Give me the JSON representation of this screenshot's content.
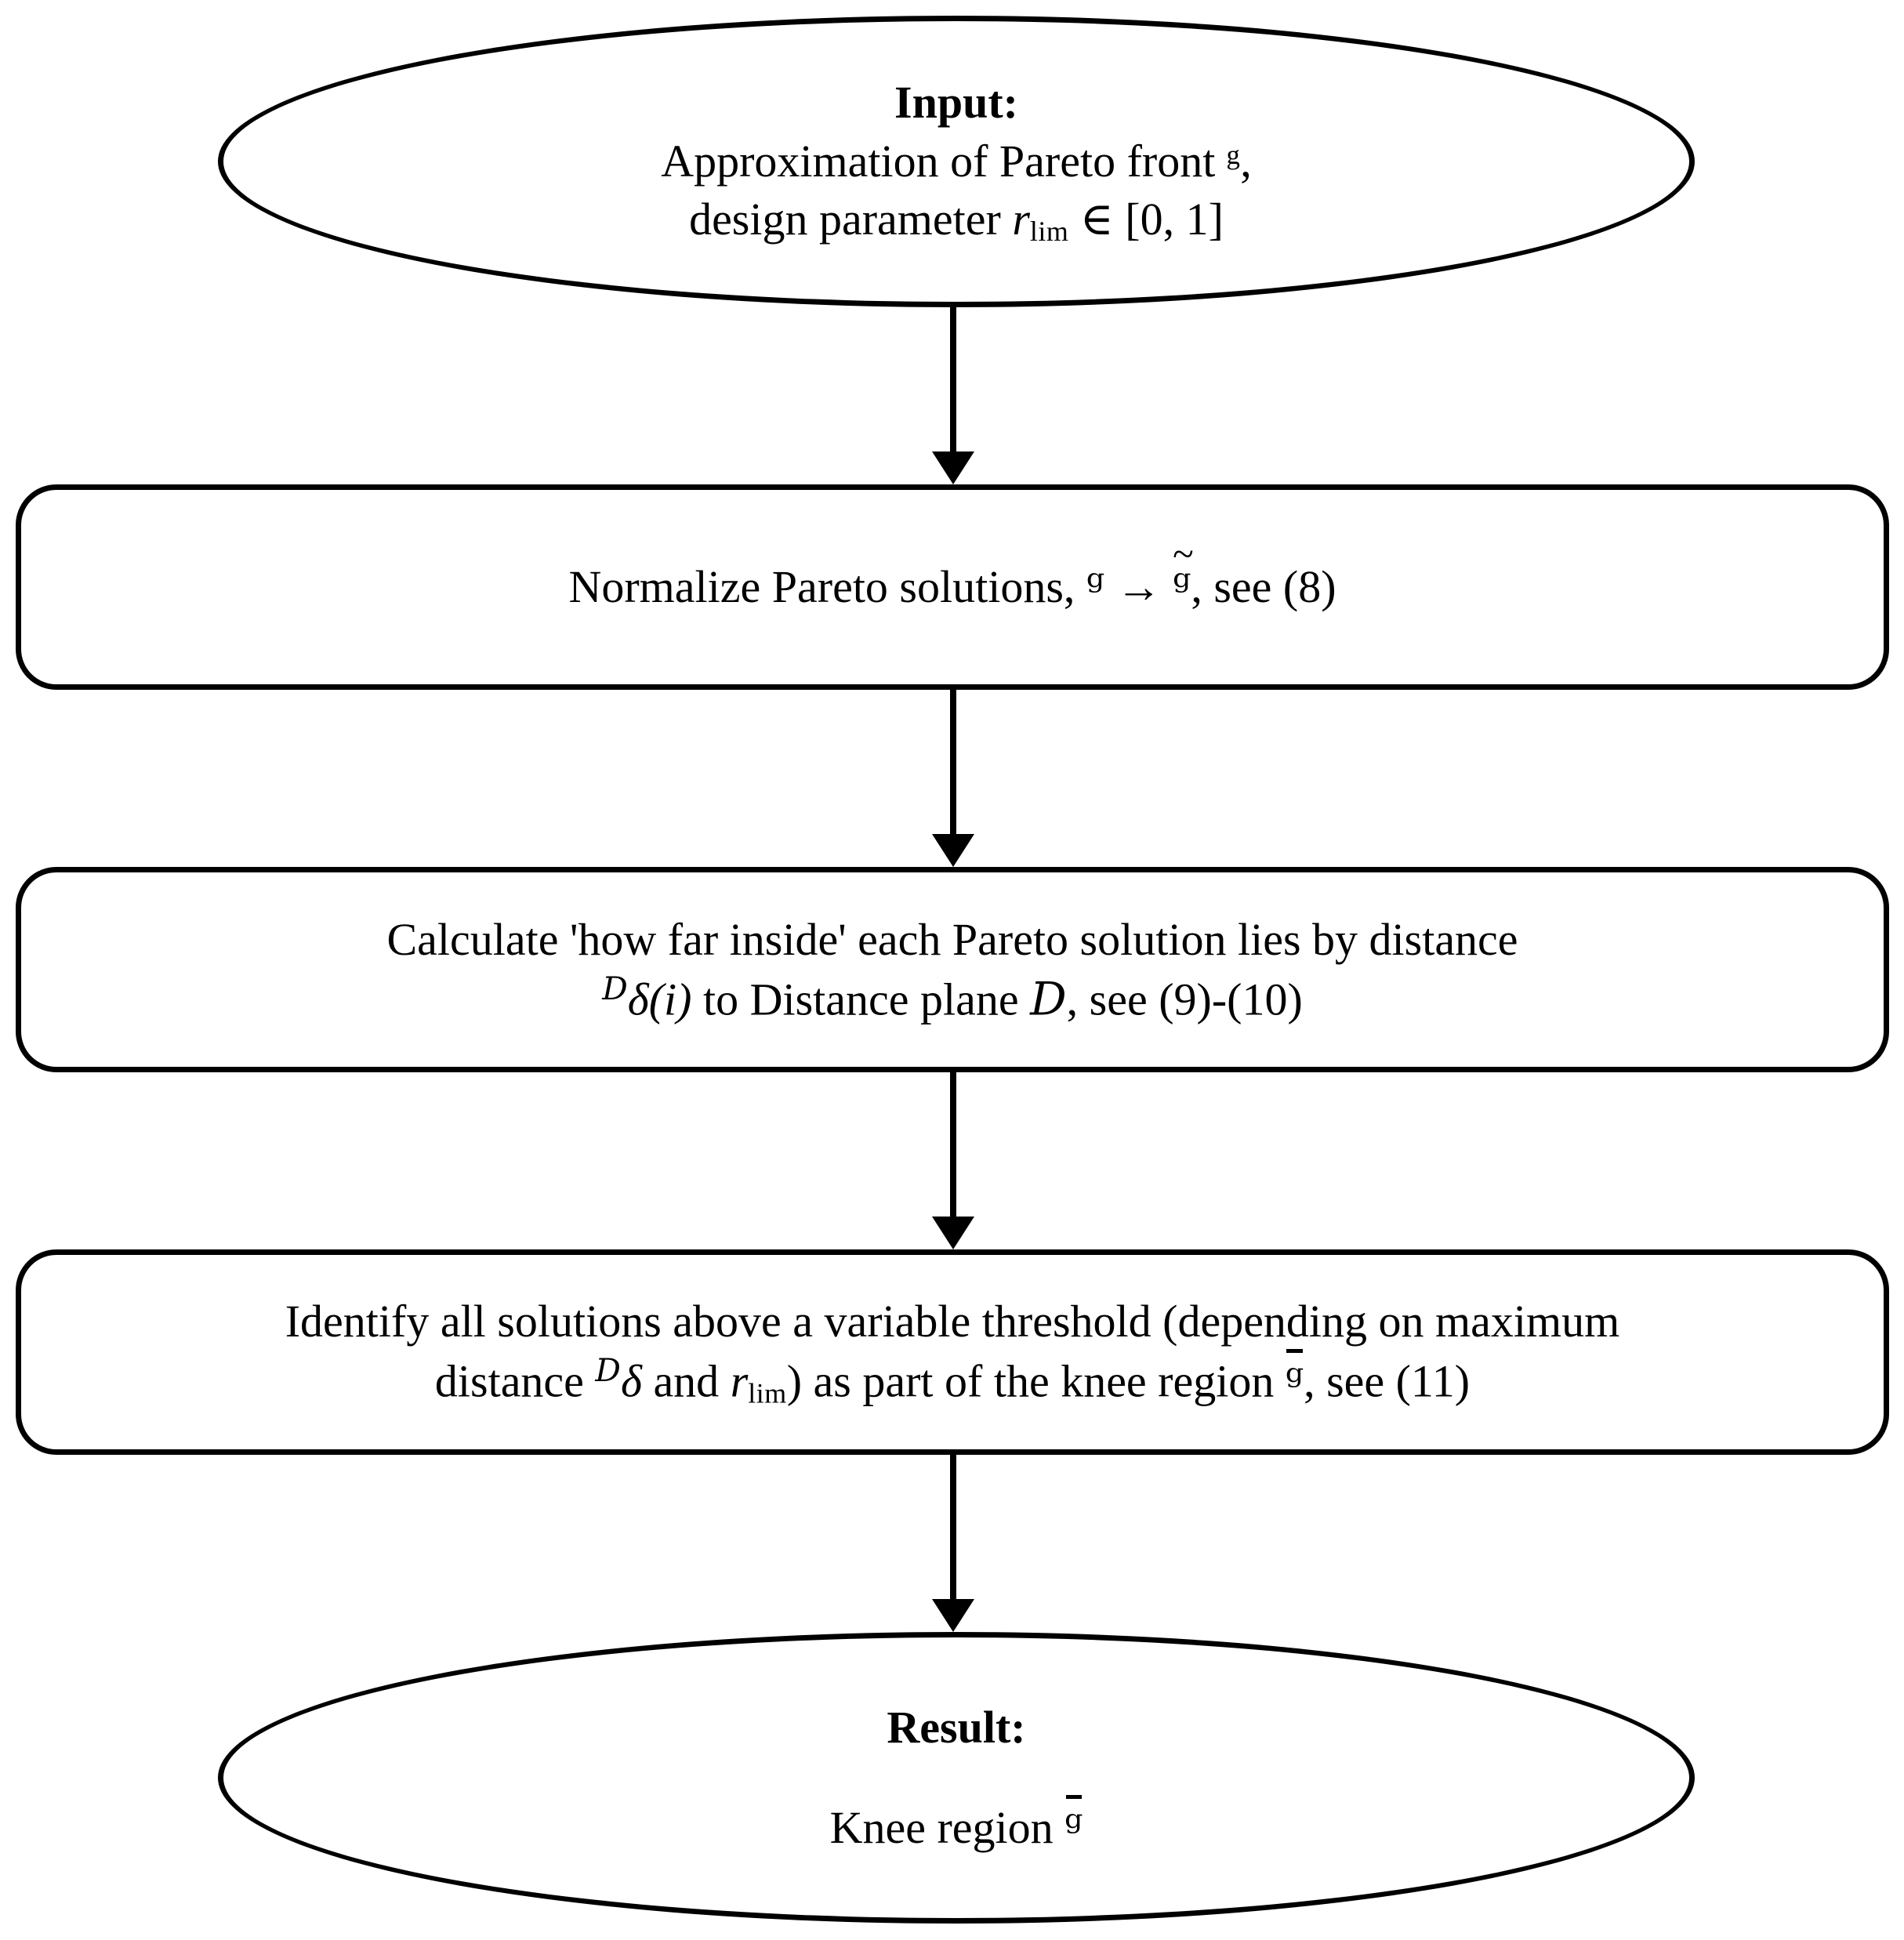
{
  "diagram": {
    "title": "Knee region identification algorithm flowchart",
    "colors": {
      "stroke": "#000000",
      "background": "#ffffff",
      "text": "#000000"
    },
    "nodes": {
      "input": {
        "shape": "ellipse",
        "heading": "Input:",
        "line1": "Approximation of Pareto front ᵍ,",
        "line2_prefix": "design parameter ",
        "line2_symbol": "r",
        "line2_subscript": "lim",
        "line2_suffix": " ∈ [0, 1]",
        "full_text": "Input: Approximation of Pareto front J, design parameter r_lim ∈ [0, 1]"
      },
      "normalize": {
        "shape": "process",
        "prefix": "Normalize Pareto solutions, ",
        "symbol_from": "ᵍ",
        "arrow": " → ",
        "symbol_to": "ᵍ",
        "symbol_to_accent": "tilde",
        "suffix": ", see (8)",
        "full_text": "Normalize Pareto solutions, J → J~, see (8)"
      },
      "calculate": {
        "shape": "process",
        "line1": "Calculate 'how far inside' each Pareto solution lies by distance",
        "line2_presup": "D",
        "line2_symbol": "δ(i)",
        "line2_mid": " to Distance plane ",
        "line2_plane": "D",
        "line2_suffix": ", see (9)-(10)",
        "full_text": "Calculate 'how far inside' each Pareto solution lies by distance Dδ(i) to Distance plane D, see (9)-(10)"
      },
      "identify": {
        "shape": "process",
        "line1": "Identify all solutions above a variable threshold (depending on maximum",
        "line2_a": "distance ",
        "line2_presup": "D",
        "line2_delta": "δ",
        "line2_b": " and ",
        "line2_r": "r",
        "line2_rsub": "lim",
        "line2_c": ") as part of the knee region ",
        "line2_jbar": "ᵍ",
        "line2_d": ", see (11)",
        "full_text": "Identify all solutions above a variable threshold (depending on maximum distance Dδ and r_lim) as part of the knee region J̄, see (11)"
      },
      "result": {
        "shape": "ellipse",
        "heading": "Result:",
        "line1_prefix": "Knee region ",
        "line1_symbol": "ᵍ",
        "line1_accent": "bar",
        "full_text": "Result: Knee region J̄"
      }
    },
    "edges": [
      {
        "from": "input",
        "to": "normalize",
        "label": ""
      },
      {
        "from": "normalize",
        "to": "calculate",
        "label": ""
      },
      {
        "from": "calculate",
        "to": "identify",
        "label": ""
      },
      {
        "from": "identify",
        "to": "result",
        "label": ""
      }
    ]
  }
}
